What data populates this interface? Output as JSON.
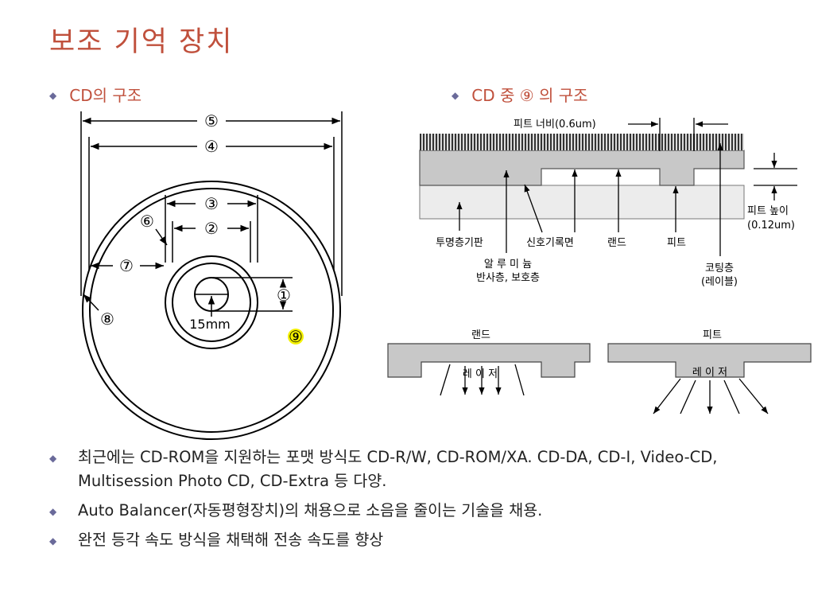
{
  "title": "보조 기억 장치",
  "subheadings": {
    "left": "CD의 구조",
    "right": "CD 중 ⑨ 의 구조"
  },
  "disc": {
    "labels": [
      "⑤",
      "④",
      "③",
      "②",
      "⑥",
      "⑦",
      "①",
      "⑧",
      "15mm",
      "⑨"
    ]
  },
  "cross_section": {
    "pit_width": "피트 너비(0.6um)",
    "pit_height": "피트 높이",
    "pit_height_value": "(0.12um)",
    "substrate": "투명층기판",
    "signal_surface": "신호기록면",
    "land": "랜드",
    "pit": "피트",
    "aluminum": "알 루 미 늄",
    "reflective": "반사층, 보호층",
    "coating": "코팅층",
    "label_layer": "(레이블)"
  },
  "laser": {
    "land_title": "랜드",
    "pit_title": "피트",
    "land_laser": "레 이 저",
    "pit_laser": "레 이 저"
  },
  "bullets": [
    "최근에는 CD-ROM을 지원하는 포맷 방식도 CD-R/W, CD-ROM/XA. CD-DA, CD-I, Video-CD, Multisession Photo CD, CD-Extra 등 다양.",
    "Auto Balancer(자동평형장치)의 채용으로 소음을 줄이는 기술을 채용.",
    "완전 등각 속도 방식을 채택해 전송 속도를 향상"
  ],
  "bullet_glyph": "◆"
}
